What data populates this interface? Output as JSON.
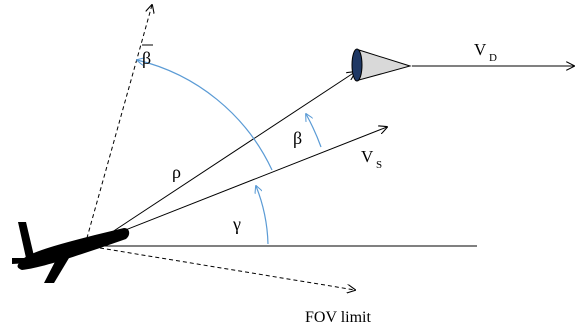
{
  "labels": {
    "beta_bar": "β",
    "beta": "β",
    "rho": "ρ",
    "gamma": "γ",
    "vs_main": "V",
    "vs_sub": "S",
    "vd_main": "V",
    "vd_sub": "D",
    "fov": "FOV limit"
  },
  "colors": {
    "line": "#000000",
    "arc": "#5b9bd5",
    "cone_fill": "#d9d9d9",
    "cone_band": "#1f3864",
    "aircraft": "#000000"
  }
}
